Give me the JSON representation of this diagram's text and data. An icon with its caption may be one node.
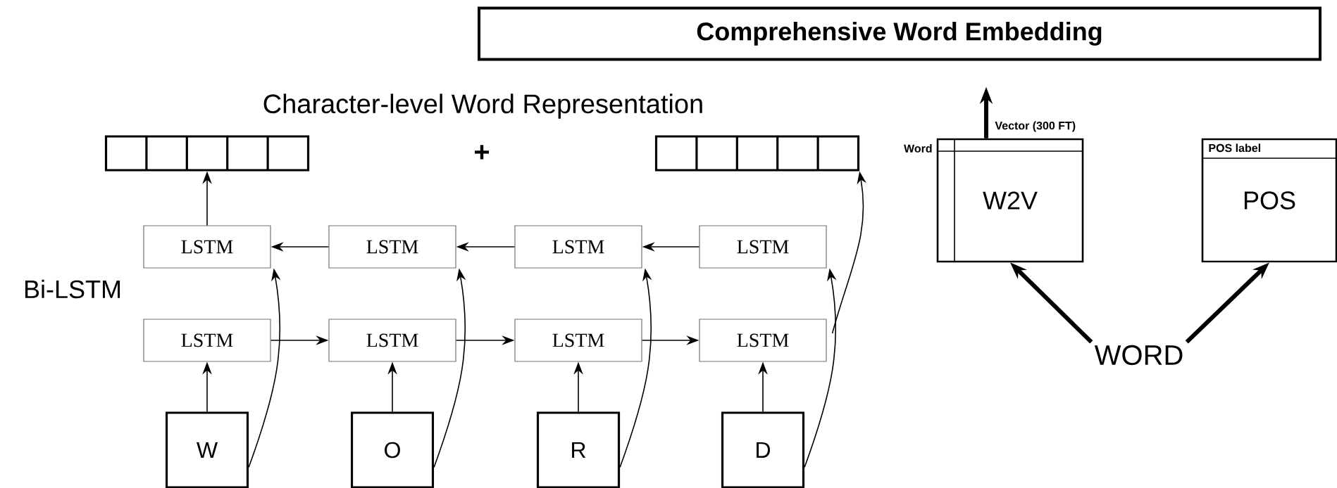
{
  "diagram": {
    "nodes": [
      {
        "text": [
          "Comprehensive Word Embedding"
        ]
      },
      {
        "text": [],
        "shape": "box"
      },
      {
        "text": [],
        "shape": "box"
      },
      {
        "text": [
          "LSTM"
        ]
      },
      {
        "text": [
          "LSTM"
        ]
      },
      {
        "text": [
          "LSTM"
        ]
      },
      {
        "text": [
          "LSTM"
        ]
      },
      {
        "text": [
          "LSTM"
        ]
      },
      {
        "text": [
          "LSTM"
        ]
      },
      {
        "text": [
          "LSTM"
        ]
      },
      {
        "text": [
          "LSTM"
        ]
      },
      {
        "text": [
          "W"
        ]
      },
      {
        "text": [
          "O"
        ]
      },
      {
        "text": [
          "R"
        ]
      },
      {
        "text": [
          "D"
        ]
      },
      {
        "text": [
          "W2V"
        ],
        "beside": [
          "Word",
          "Vector (300 FT)"
        ]
      },
      {
        "text": [
          "POS label",
          "POS"
        ]
      },
      {
        "text": [
          "WORD"
        ]
      }
    ],
    "edges": [
      {
        "from": 3,
        "to": 1,
        "arrow": "to"
      },
      {
        "from": 6,
        "to": 5,
        "arrow": "to"
      },
      {
        "from": 5,
        "to": 4,
        "arrow": "to"
      },
      {
        "from": 4,
        "to": 3,
        "arrow": "to"
      },
      {
        "from": 7,
        "to": 8,
        "arrow": "to"
      },
      {
        "from": 8,
        "to": 9,
        "arrow": "to"
      },
      {
        "from": 9,
        "to": 10,
        "arrow": "to"
      },
      {
        "from": 11,
        "to": 7,
        "arrow": "to"
      },
      {
        "from": 12,
        "to": 8,
        "arrow": "to"
      },
      {
        "from": 13,
        "to": 9,
        "arrow": "to"
      },
      {
        "from": 14,
        "to": 10,
        "arrow": "to"
      },
      {
        "from": 11,
        "to": 3,
        "arrow": "to"
      },
      {
        "from": 12,
        "to": 4,
        "arrow": "to"
      },
      {
        "from": 13,
        "to": 5,
        "arrow": "to"
      },
      {
        "from": 14,
        "to": 6,
        "arrow": "to"
      },
      {
        "from": 10,
        "to": 2,
        "arrow": "to"
      },
      {
        "from": 15,
        "to": null,
        "arrow": "to",
        "style": "thick"
      },
      {
        "from": 17,
        "to": 15,
        "arrow": "to",
        "style": "thick"
      },
      {
        "from": 17,
        "to": 16,
        "arrow": "to",
        "style": "thick"
      }
    ],
    "labels": [
      "Character-level Word Representation",
      "+",
      "Bi-LSTM"
    ]
  }
}
